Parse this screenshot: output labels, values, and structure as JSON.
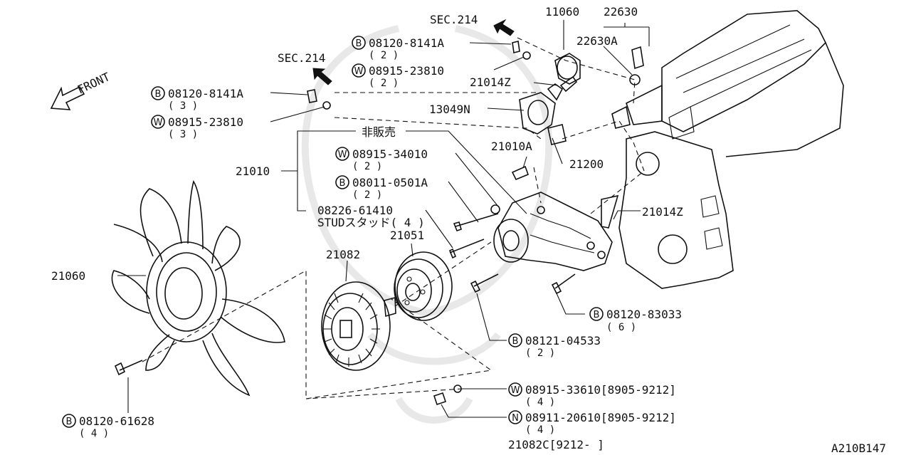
{
  "diagram_code": "A210B147",
  "front_label": "FRONT",
  "section_refs": [
    {
      "id": "sec-upper",
      "text": "SEC.214"
    },
    {
      "id": "sec-left",
      "text": "SEC.214"
    }
  ],
  "not_for_sale": "非販売",
  "callouts": [
    {
      "id": "c1",
      "prefix": "B",
      "text": "08120-8141A",
      "qty": "( 2 )"
    },
    {
      "id": "c2",
      "prefix": "W",
      "text": "08915-23810",
      "qty": "( 2 )"
    },
    {
      "id": "c3",
      "prefix": "B",
      "text": "08120-8141A",
      "qty": "( 3 )"
    },
    {
      "id": "c4",
      "prefix": "W",
      "text": "08915-23810",
      "qty": "( 3 )"
    },
    {
      "id": "c5",
      "prefix": "W",
      "text": "08915-34010",
      "qty": "( 2 )"
    },
    {
      "id": "c6",
      "prefix": "B",
      "text": "08011-0501A",
      "qty": "( 2 )"
    },
    {
      "id": "c7",
      "prefix": "B",
      "text": "08120-83033",
      "qty": "( 6 )"
    },
    {
      "id": "c8",
      "prefix": "B",
      "text": "08121-04533",
      "qty": "( 2 )"
    },
    {
      "id": "c9",
      "prefix": "W",
      "text": "08915-33610[8905-9212]",
      "qty": "( 4 )"
    },
    {
      "id": "c10",
      "prefix": "N",
      "text": "08911-20610[8905-9212]",
      "qty": "( 4 )"
    },
    {
      "id": "c11",
      "prefix": "B",
      "text": "08120-61628",
      "qty": "( 4 )"
    }
  ],
  "part_numbers": {
    "p11060": "11060",
    "p22630": "22630",
    "p22630A": "22630A",
    "p21014Z_top": "21014Z",
    "p13049N": "13049N",
    "p21010A": "21010A",
    "p21200": "21200",
    "p21010": "21010",
    "p21014Z_right": "21014Z",
    "p08226": "08226-61410",
    "stud": "STUDスタッド( 4 )",
    "p21051": "21051",
    "p21082": "21082",
    "p21060": "21060",
    "p21082C": "21082C[9212-     ]"
  }
}
